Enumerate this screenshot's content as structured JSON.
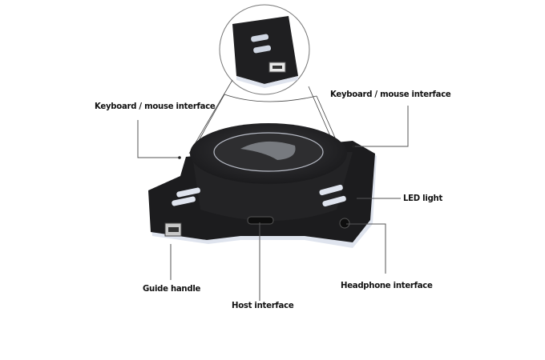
{
  "labels": {
    "keyboard_mouse_left": "Keyboard / mouse interface",
    "keyboard_mouse_right": "Keyboard / mouse interface",
    "led_light": "LED light",
    "guide_handle": "Guide handle",
    "host_interface": "Host interface",
    "headphone_interface": "Headphone interface"
  },
  "colors": {
    "device_body": "#1c1c1e",
    "led_glow": "#dfe4ee",
    "leader_line": "#555555"
  }
}
